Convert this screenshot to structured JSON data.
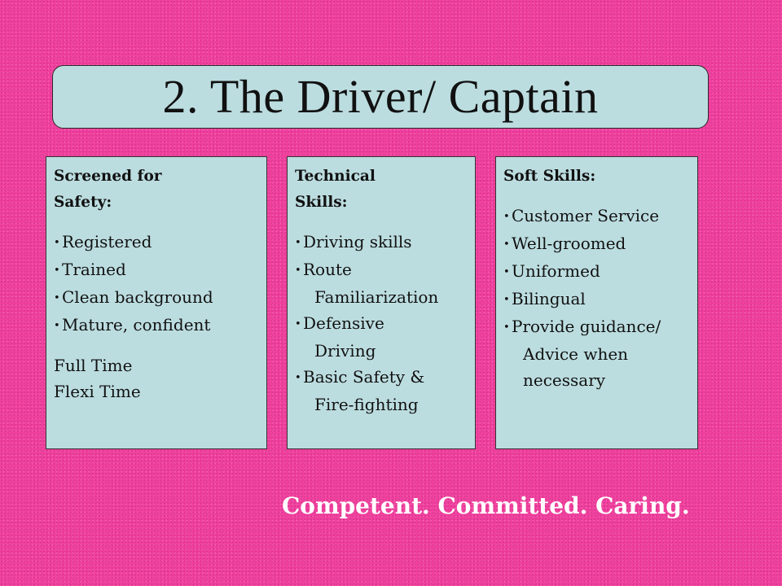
{
  "slide": {
    "title": "2. The Driver/ Captain",
    "tagline": "Competent. Committed. Caring.",
    "colors": {
      "background": "#f0409e",
      "panel": "#bcdde0",
      "tagline": "#ffffff"
    }
  },
  "panels": {
    "safety": {
      "heading_line1": "Screened for",
      "heading_line2": "Safety:",
      "items": [
        "Registered",
        "Trained",
        "Clean background",
        "Mature, confident"
      ],
      "notes": [
        "Full Time",
        "Flexi Time"
      ]
    },
    "technical": {
      "heading_line1": "Technical",
      "heading_line2": "Skills:",
      "items": [
        {
          "line1": "Driving skills"
        },
        {
          "line1": "Route",
          "line2": "Familiarization"
        },
        {
          "line1": "Defensive",
          "line2": "Driving"
        },
        {
          "line1": "Basic Safety &",
          "line2": "Fire-fighting"
        }
      ]
    },
    "soft": {
      "heading": "Soft Skills:",
      "items": [
        {
          "line1": "Customer Service"
        },
        {
          "line1": "Well-groomed"
        },
        {
          "line1": "Uniformed"
        },
        {
          "line1": "Bilingual"
        },
        {
          "line1": "Provide guidance/",
          "line2": "Advice when",
          "line3": "necessary"
        }
      ]
    }
  }
}
